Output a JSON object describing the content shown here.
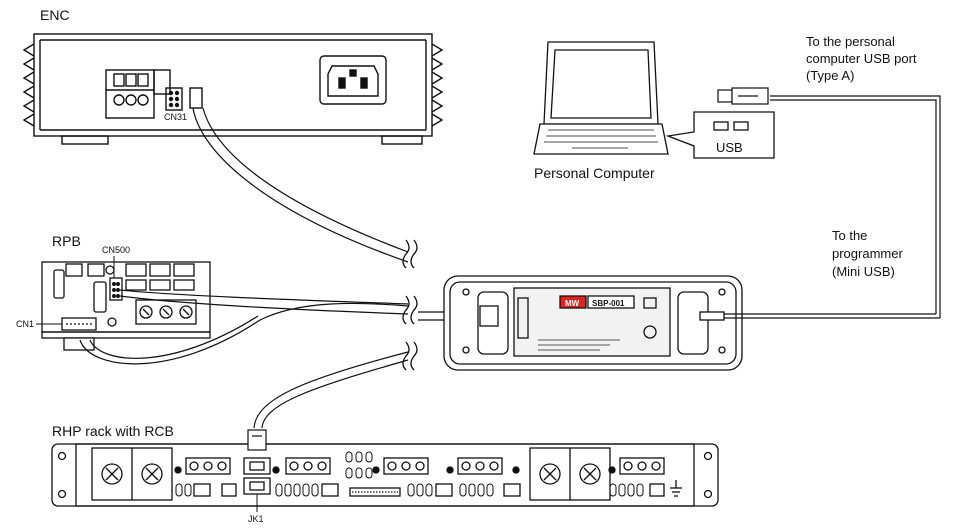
{
  "labels": {
    "enc": "ENC",
    "cn31": "CN31",
    "rpb": "RPB",
    "cn500": "CN500",
    "cn1": "CN1",
    "rhp_rack": "RHP rack with RCB",
    "jk1": "JK1",
    "personal_computer": "Personal Computer",
    "usb": "USB",
    "pc_usb_port": [
      "To the personal",
      "computer USB port",
      "(Type A)"
    ],
    "programmer_port": [
      "To the",
      "programmer",
      "(Mini USB)"
    ],
    "sbp_model": "SBP-001",
    "sbp_brand": "MW"
  }
}
